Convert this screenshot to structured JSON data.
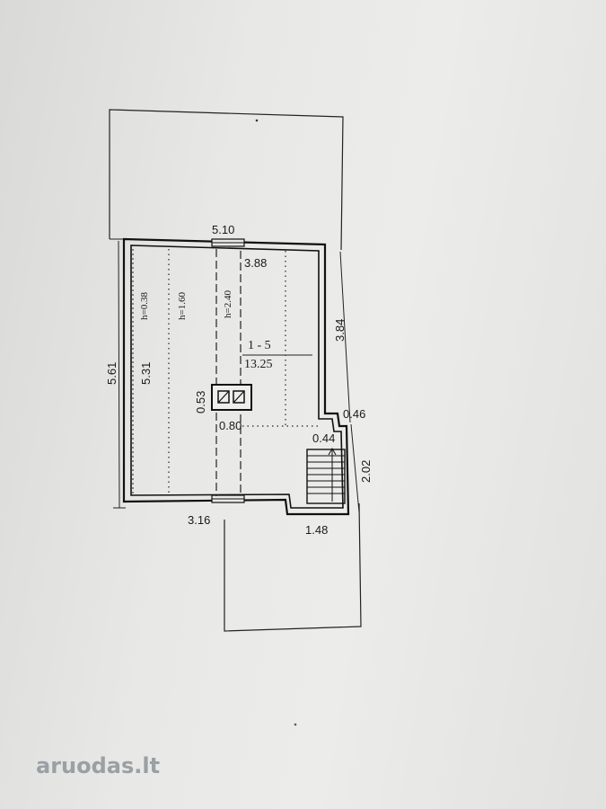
{
  "plan": {
    "dimensions": {
      "top_width": "5.10",
      "inner_top_width": "3.88",
      "left_outer": "5.61",
      "left_inner": "5.31",
      "right_upper": "3.84",
      "step_right": "0.46",
      "chimney_height": "0.53",
      "chimney_width": "0.80",
      "stair_gap": "0.44",
      "right_lower": "2.02",
      "bottom_left": "3.16",
      "bottom_right": "1.48"
    },
    "heights": {
      "h1": "h=0.38",
      "h2": "h=1.60",
      "h3": "h=2.40"
    },
    "room": {
      "number": "1 - 5",
      "area": "13.25"
    }
  },
  "watermark": {
    "text": "aruodas.lt"
  }
}
